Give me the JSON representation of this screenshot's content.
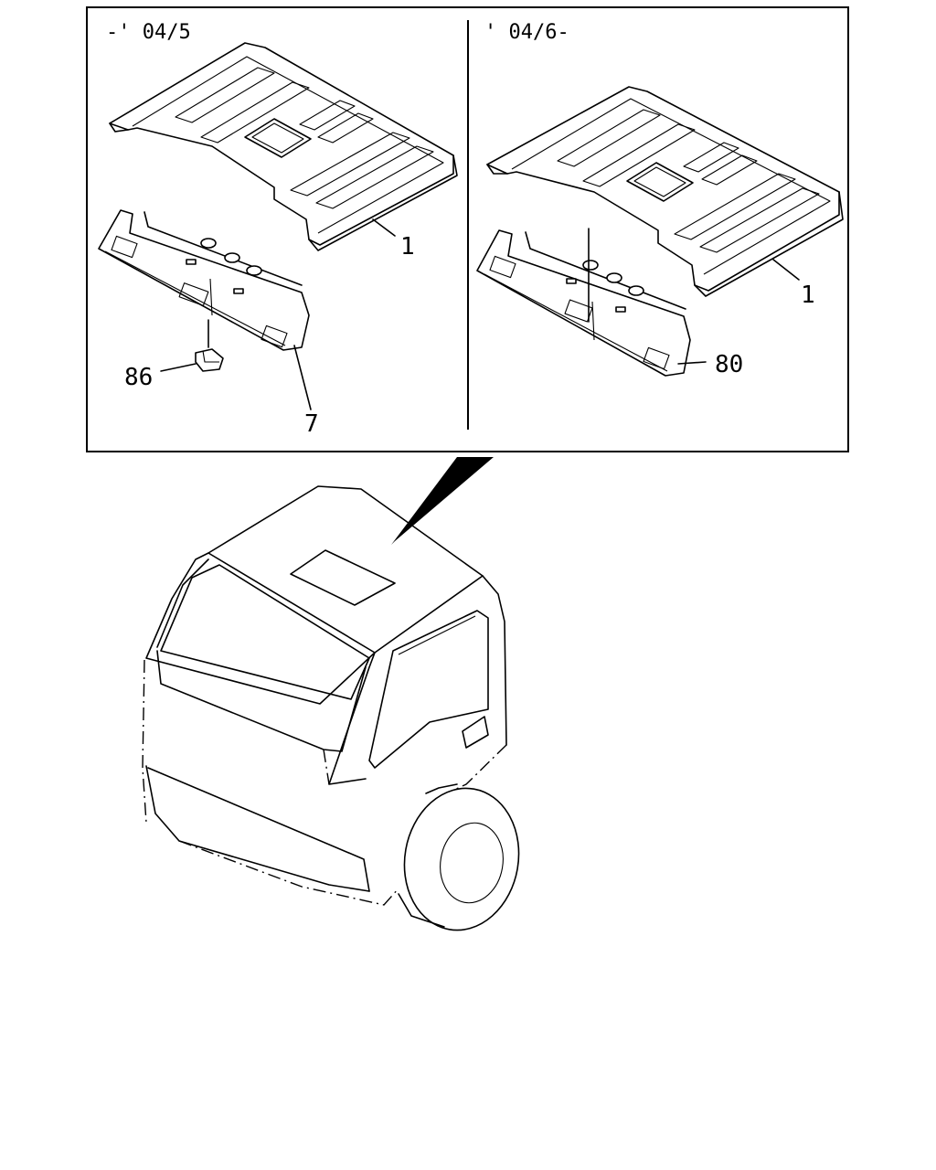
{
  "panels": {
    "left": {
      "header": "-' 04/5"
    },
    "right": {
      "header": "' 04/6-"
    }
  },
  "callouts": {
    "left_roof_panel": "1",
    "left_headliner": "7",
    "left_clip": "86",
    "right_roof_panel": "1",
    "right_headliner": "80"
  }
}
